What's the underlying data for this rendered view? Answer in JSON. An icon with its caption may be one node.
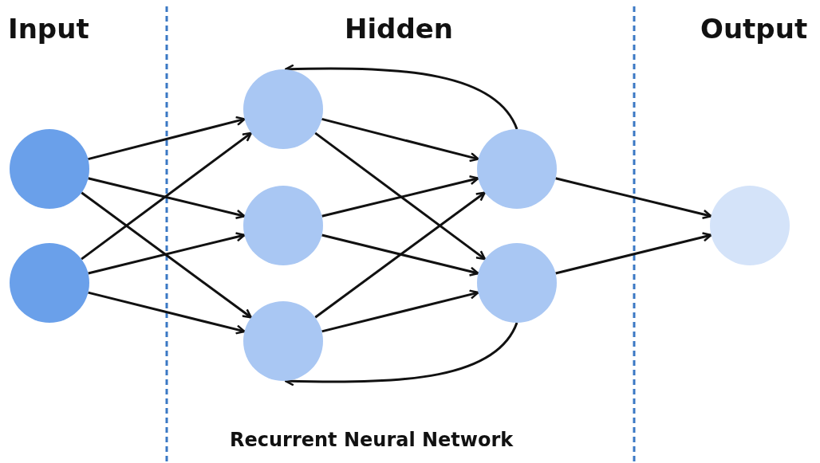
{
  "diagram": {
    "caption": "Recurrent Neural Network",
    "nodes": [
      {
        "text": [],
        "shape": "circle"
      },
      {
        "text": [],
        "shape": "circle"
      },
      {
        "text": [],
        "shape": "circle"
      },
      {
        "text": [],
        "shape": "circle"
      },
      {
        "text": [],
        "shape": "circle"
      },
      {
        "text": [],
        "shape": "circle"
      },
      {
        "text": [],
        "shape": "circle"
      },
      {
        "text": [],
        "shape": "circle"
      }
    ],
    "edges": [
      {
        "from": 0,
        "to": 2,
        "arrow": "to"
      },
      {
        "from": 0,
        "to": 3,
        "arrow": "to"
      },
      {
        "from": 0,
        "to": 4,
        "arrow": "to"
      },
      {
        "from": 1,
        "to": 2,
        "arrow": "to"
      },
      {
        "from": 1,
        "to": 3,
        "arrow": "to"
      },
      {
        "from": 1,
        "to": 4,
        "arrow": "to"
      },
      {
        "from": 2,
        "to": 5,
        "arrow": "to"
      },
      {
        "from": 2,
        "to": 6,
        "arrow": "to"
      },
      {
        "from": 3,
        "to": 5,
        "arrow": "to"
      },
      {
        "from": 3,
        "to": 6,
        "arrow": "to"
      },
      {
        "from": 4,
        "to": 5,
        "arrow": "to"
      },
      {
        "from": 4,
        "to": 6,
        "arrow": "to"
      },
      {
        "from": 5,
        "to": 7,
        "arrow": "to"
      },
      {
        "from": 6,
        "to": 7,
        "arrow": "to"
      },
      {
        "from": 5,
        "to": 2,
        "arrow": "to"
      },
      {
        "from": 6,
        "to": 4,
        "arrow": "to"
      }
    ],
    "labels": [
      "Input",
      "Hidden",
      "Output"
    ]
  }
}
